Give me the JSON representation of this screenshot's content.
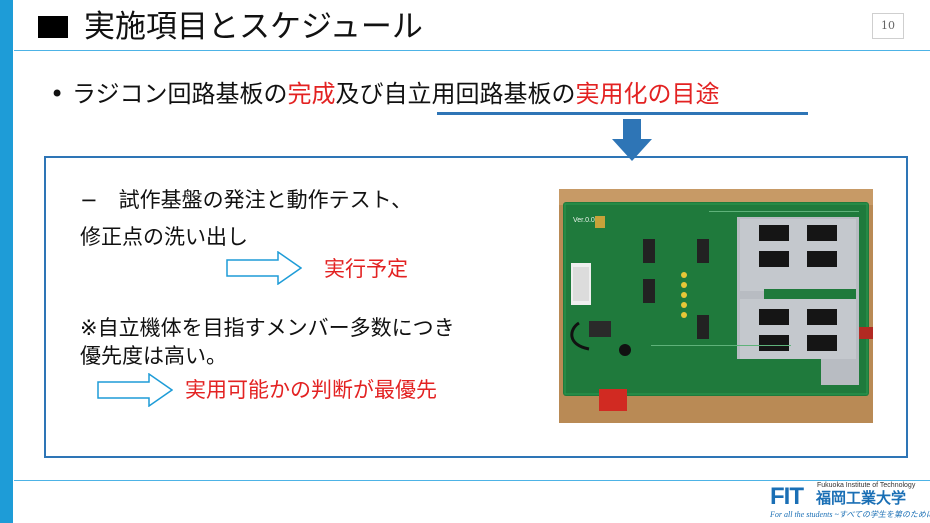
{
  "slide": {
    "title": "実施項目とスケジュール",
    "page_number": "10"
  },
  "bullet": {
    "marker": "•",
    "text_a": "ラジコン回路基板の",
    "text_b_red": "完成",
    "text_c": "及び自立用回路基板の",
    "text_d_red": "実用化の目途"
  },
  "content": {
    "line1": "−　試作基盤の発注と動作テスト、",
    "line2": "修正点の洗い出し",
    "scheduled": "実行予定",
    "note_line1": "※自立機体を目指すメンバー多数につき",
    "note_line2": "優先度は高い。",
    "priority": "実用可能かの判断が最優先"
  },
  "photo": {
    "board_label": "Ver.0.0"
  },
  "logo": {
    "mark": "FIT",
    "english_name": "Fukuoka Institute of Technology",
    "japanese_name": "福岡工業大学",
    "tagline": "For all the students ~すべての学生を第のために"
  },
  "colors": {
    "accent_blue": "#1e9cd7",
    "frame_blue": "#2e75b6",
    "highlight_red": "#e32222"
  }
}
